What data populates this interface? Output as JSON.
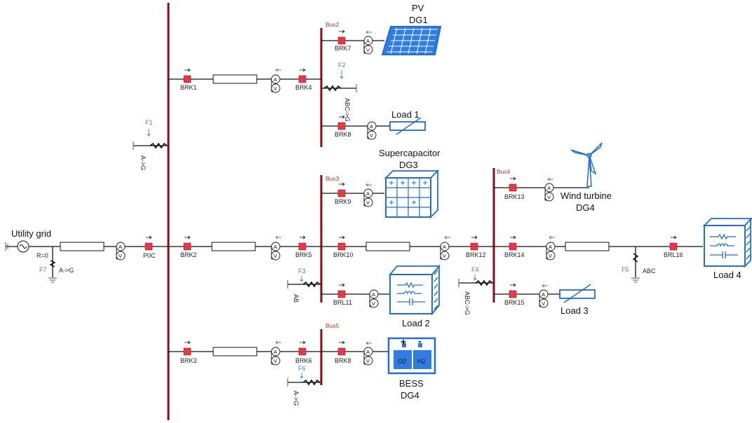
{
  "colors": {
    "busbar": "#8b0e17",
    "breaker": "#e53946",
    "device": "#1e6fd9",
    "fault": "#3a87d6",
    "bus_label": "#b03a2e"
  },
  "buses": {
    "bus2": "Bus2",
    "bus3": "Bus3",
    "bus4": "Bus4",
    "bus5": "Bus5"
  },
  "breakers": {
    "brk1": "BRK1",
    "brk2": "BRK2",
    "brk3": "BRK3",
    "brk4": "BRK4",
    "brk5": "BRK5",
    "brk6": "BRK6",
    "brk7": "BRK7",
    "brk8_top": "BRK8",
    "brk8_bottom": "BRK8",
    "brk9": "BRK9",
    "brk10": "BRK10",
    "brl11": "BRL11",
    "brk12": "BRK12",
    "brk13": "BRK13",
    "brk14": "BRK14",
    "brk15": "BRK15",
    "brl16": "BRL16",
    "p0c": "P0C"
  },
  "faults": {
    "f1": {
      "name": "F1",
      "type": "A->G"
    },
    "f2": {
      "name": "F2",
      "type": "ABC->G"
    },
    "f3": {
      "name": "F3",
      "type": "AB"
    },
    "f4": {
      "name": "F4",
      "type": "ABC->G"
    },
    "f5": {
      "name": "F5",
      "type": "ABC"
    },
    "f6": {
      "name": "F6",
      "type": "A->G"
    },
    "f7": {
      "name": "F7",
      "type": "A->G",
      "resistance": "R=0"
    }
  },
  "meter": {
    "current": "A",
    "voltage": "V"
  },
  "devices": {
    "utility_grid": "Utility grid",
    "pv": {
      "line1": "PV",
      "line2": "DG1"
    },
    "load1": "Load 1",
    "supercap": {
      "line1": "Supercapacitor",
      "line2": "DG3"
    },
    "wind": {
      "line1": "Wind turbine",
      "line2": "DG4"
    },
    "load2": "Load 2",
    "load3": "Load 3",
    "load4": "Load 4",
    "bess": {
      "line1": "BESS",
      "line2": "DG4",
      "o2": "O2",
      "h2": "H2",
      "plus": "+",
      "minus": "-"
    }
  }
}
